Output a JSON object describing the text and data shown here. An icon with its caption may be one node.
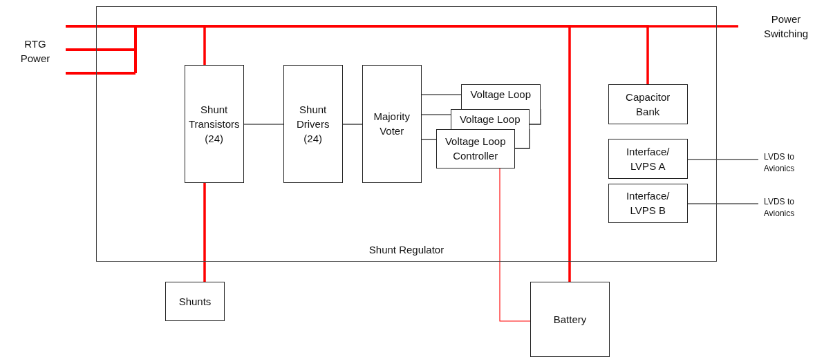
{
  "diagram": {
    "nodes": [
      {
        "text": [
          "Shunt Regulator"
        ]
      },
      {
        "text": [
          "RTG Power"
        ]
      },
      {
        "text": [
          "Power Switching"
        ]
      },
      {
        "text": [
          "Shunt Transistors (24)"
        ],
        "in": 0
      },
      {
        "text": [
          "Shunt Drivers (24)"
        ],
        "in": 0
      },
      {
        "text": [
          "Majority Voter"
        ],
        "in": 0
      },
      {
        "text": [
          "Voltage Loop"
        ],
        "in": 0
      },
      {
        "text": [
          "Voltage Loop"
        ],
        "in": 0
      },
      {
        "text": [
          "Voltage Loop Controller"
        ],
        "in": 0
      },
      {
        "text": [
          "Capacitor Bank"
        ],
        "in": 0
      },
      {
        "text": [
          "Interface/ LVPS A"
        ],
        "in": 0
      },
      {
        "text": [
          "Interface/ LVPS B"
        ],
        "in": 0
      },
      {
        "text": [
          "LVDS to Avionics"
        ]
      },
      {
        "text": [
          "LVDS to Avionics"
        ]
      },
      {
        "text": [
          "Shunts"
        ]
      },
      {
        "text": [
          "Battery"
        ]
      }
    ],
    "edges": [
      {
        "from": 1,
        "to": 2,
        "arrow": "none",
        "style": "thick",
        "color": "#ff0000"
      },
      {
        "from": 1,
        "to": 3,
        "arrow": "none",
        "style": "thick",
        "color": "#ff0000"
      },
      {
        "from": 1,
        "to": 9,
        "arrow": "none",
        "style": "thick",
        "color": "#ff0000"
      },
      {
        "from": 1,
        "to": 15,
        "arrow": "none",
        "style": "thick",
        "color": "#ff0000"
      },
      {
        "from": 3,
        "to": 14,
        "arrow": "none",
        "style": "thick",
        "color": "#ff0000"
      },
      {
        "from": 3,
        "to": 4,
        "arrow": "none"
      },
      {
        "from": 4,
        "to": 5,
        "arrow": "none"
      },
      {
        "from": 5,
        "to": 6,
        "arrow": "none"
      },
      {
        "from": 5,
        "to": 7,
        "arrow": "none"
      },
      {
        "from": 5,
        "to": 8,
        "arrow": "none"
      },
      {
        "from": 8,
        "to": 15,
        "arrow": "none",
        "color": "#ff0000"
      },
      {
        "from": 10,
        "to": 12,
        "arrow": "none"
      },
      {
        "from": 11,
        "to": 13,
        "arrow": "none"
      }
    ]
  }
}
